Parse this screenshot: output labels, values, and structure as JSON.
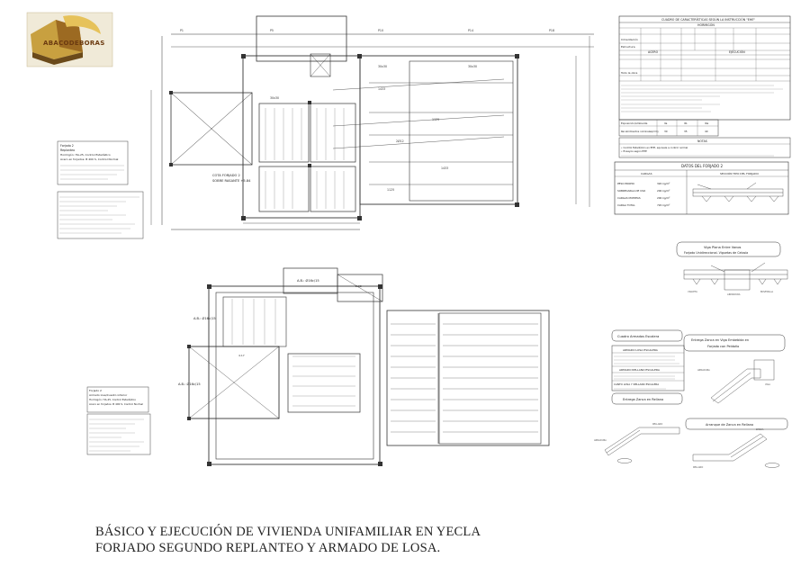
{
  "logo": {
    "text": "ABACODEBORAS"
  },
  "caption": {
    "line1": "BÁSICO Y EJECUCIÓN DE VIVIENDA UNIFAMILIAR EN YECLA",
    "line2": "FORJADO SEGUNDO REPLANTEO Y ARMADO DE LOSA."
  },
  "plan_top": {
    "labels": [
      "COTA FORJADO 2",
      "SOBRE RASANTE +5.84"
    ],
    "notes_box": [
      "Forjado 2",
      "Replanteo",
      "Hormigón: HA-25, Control Estadístico",
      "Acero en forjados: B 400 S, Control Normal"
    ]
  },
  "plan_bottom": {
    "labels": [
      "A.B.: Ø16c/15",
      "A.B.: Ø16c/15",
      "A.B.: Ø16c/15"
    ],
    "notes_box": [
      "Forjado 2",
      "Armado losa/Cuadro inferior",
      "Hormigón: HA-25, Control Estadístico",
      "Acero en forjados: B 400 S, Control Normal"
    ]
  },
  "table_ehe": {
    "title": "CUADRO DE CARACTERÍSTICAS SEGÚN LA INSTRUCCIÓN \"EHE\"",
    "section_hormigon": "HORMIGÓN",
    "section_acero": "ACERO",
    "section_ejecucion": "EJECUCIÓN",
    "rows": [
      "Cimentación",
      "Estructura",
      "Todo la obra"
    ]
  },
  "table_exposicion": {
    "cols": [
      "Exposición/Ambiente",
      "IIa",
      "IIb",
      "IIIa"
    ],
    "row": [
      "Recubrimientos nominales(mm)",
      "30",
      "35",
      "40"
    ]
  },
  "notas": {
    "title": "NOTAS",
    "lines": [
      "• Control Estadístico en EHE, equivale a control normal",
      "• Ensayos según EHE"
    ]
  },
  "forjado": {
    "title": "DATOS DEL FORJADO 2",
    "col1": "CARGAS",
    "col2": "SECCIÓN TIPO DEL FORJADO",
    "rows": [
      {
        "label": "PESO PROPIO",
        "value": "320 kg/m²"
      },
      {
        "label": "SOBRECARGA DE USO",
        "value": "200 kg/m²"
      },
      {
        "label": "CARGAS MUERTAS",
        "value": "200 kg/m²"
      },
      {
        "label": "CARGA TOTAL",
        "value": "720 kg/m²"
      }
    ]
  },
  "details": {
    "viga_title1": "Viga Plana Entre Vanos",
    "viga_title2": "Forjado Unidireccional. Viguetas de Celosía",
    "cuadro_escalera": "Cuadro Armados Escalera",
    "armado_losa": "ARMADO LOSA ESCALERA",
    "armado_rellano": "ARMADO RELLANO ESCALERA",
    "canto_losa": "CANTO LOSA Y RELLANO ESCALERA",
    "entrega_zanca": "Entrega Zanca en Rellano",
    "entrega_viga_title1": "Entrega Zanca en Viga Embebida en",
    "entrega_viga_title2": "Forjado con Peldaño",
    "arranque": "Arranque de Zanca en Rellano"
  }
}
